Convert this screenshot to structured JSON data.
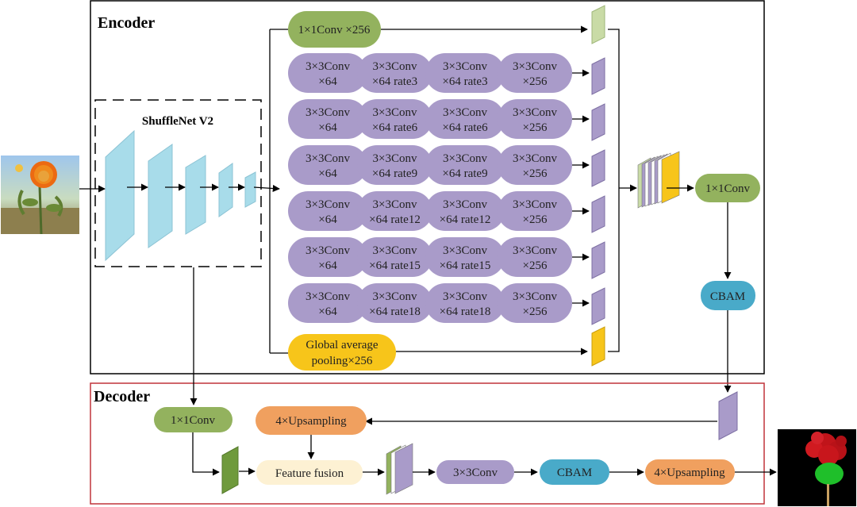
{
  "encoder": {
    "title": "Encoder",
    "backbone_title": "ShuffleNet V2",
    "top_conv": "1×1Conv ×256",
    "gap_line1": "Global average",
    "gap_line2": "pooling×256",
    "merge_conv": "1×1Conv",
    "cbam": "CBAM",
    "branches": [
      {
        "cells": [
          [
            "3×3Conv",
            "×64"
          ],
          [
            "3×3Conv",
            "×64 rate3"
          ],
          [
            "3×3Conv",
            "×64 rate3"
          ],
          [
            "3×3Conv",
            "×256"
          ]
        ]
      },
      {
        "cells": [
          [
            "3×3Conv",
            "×64"
          ],
          [
            "3×3Conv",
            "×64 rate6"
          ],
          [
            "3×3Conv",
            "×64 rate6"
          ],
          [
            "3×3Conv",
            "×256"
          ]
        ]
      },
      {
        "cells": [
          [
            "3×3Conv",
            "×64"
          ],
          [
            "3×3Conv",
            "×64 rate9"
          ],
          [
            "3×3Conv",
            "×64 rate9"
          ],
          [
            "3×3Conv",
            "×256"
          ]
        ]
      },
      {
        "cells": [
          [
            "3×3Conv",
            "×64"
          ],
          [
            "3×3Conv",
            "×64 rate12"
          ],
          [
            "3×3Conv",
            "×64 rate12"
          ],
          [
            "3×3Conv",
            "×256"
          ]
        ]
      },
      {
        "cells": [
          [
            "3×3Conv",
            "×64"
          ],
          [
            "3×3Conv",
            "×64 rate15"
          ],
          [
            "3×3Conv",
            "×64 rate15"
          ],
          [
            "3×3Conv",
            "×256"
          ]
        ]
      },
      {
        "cells": [
          [
            "3×3Conv",
            "×64"
          ],
          [
            "3×3Conv",
            "×64 rate18"
          ],
          [
            "3×3Conv",
            "×64 rate18"
          ],
          [
            "3×3Conv",
            "×256"
          ]
        ]
      }
    ]
  },
  "decoder": {
    "title": "Decoder",
    "low_conv": "1×1Conv",
    "upsample_top": "4×Upsampling",
    "fusion": "Feature fusion",
    "conv3": "3×3Conv",
    "cbam": "CBAM",
    "upsample_out": "4×Upsampling"
  },
  "colors": {
    "purple": "#a99bc9",
    "green": "#93b25e",
    "green_light": "#c9dba6",
    "orange": "#f0a05f",
    "yellow": "#f7c51a",
    "teal": "#49aac9",
    "cream": "#fdf1d3",
    "fmap_blue": "#a8dcea",
    "decoder_border": "#c0343a"
  },
  "icons": {
    "input_image": "safflower-photo",
    "output_mask": "segmentation-mask"
  }
}
